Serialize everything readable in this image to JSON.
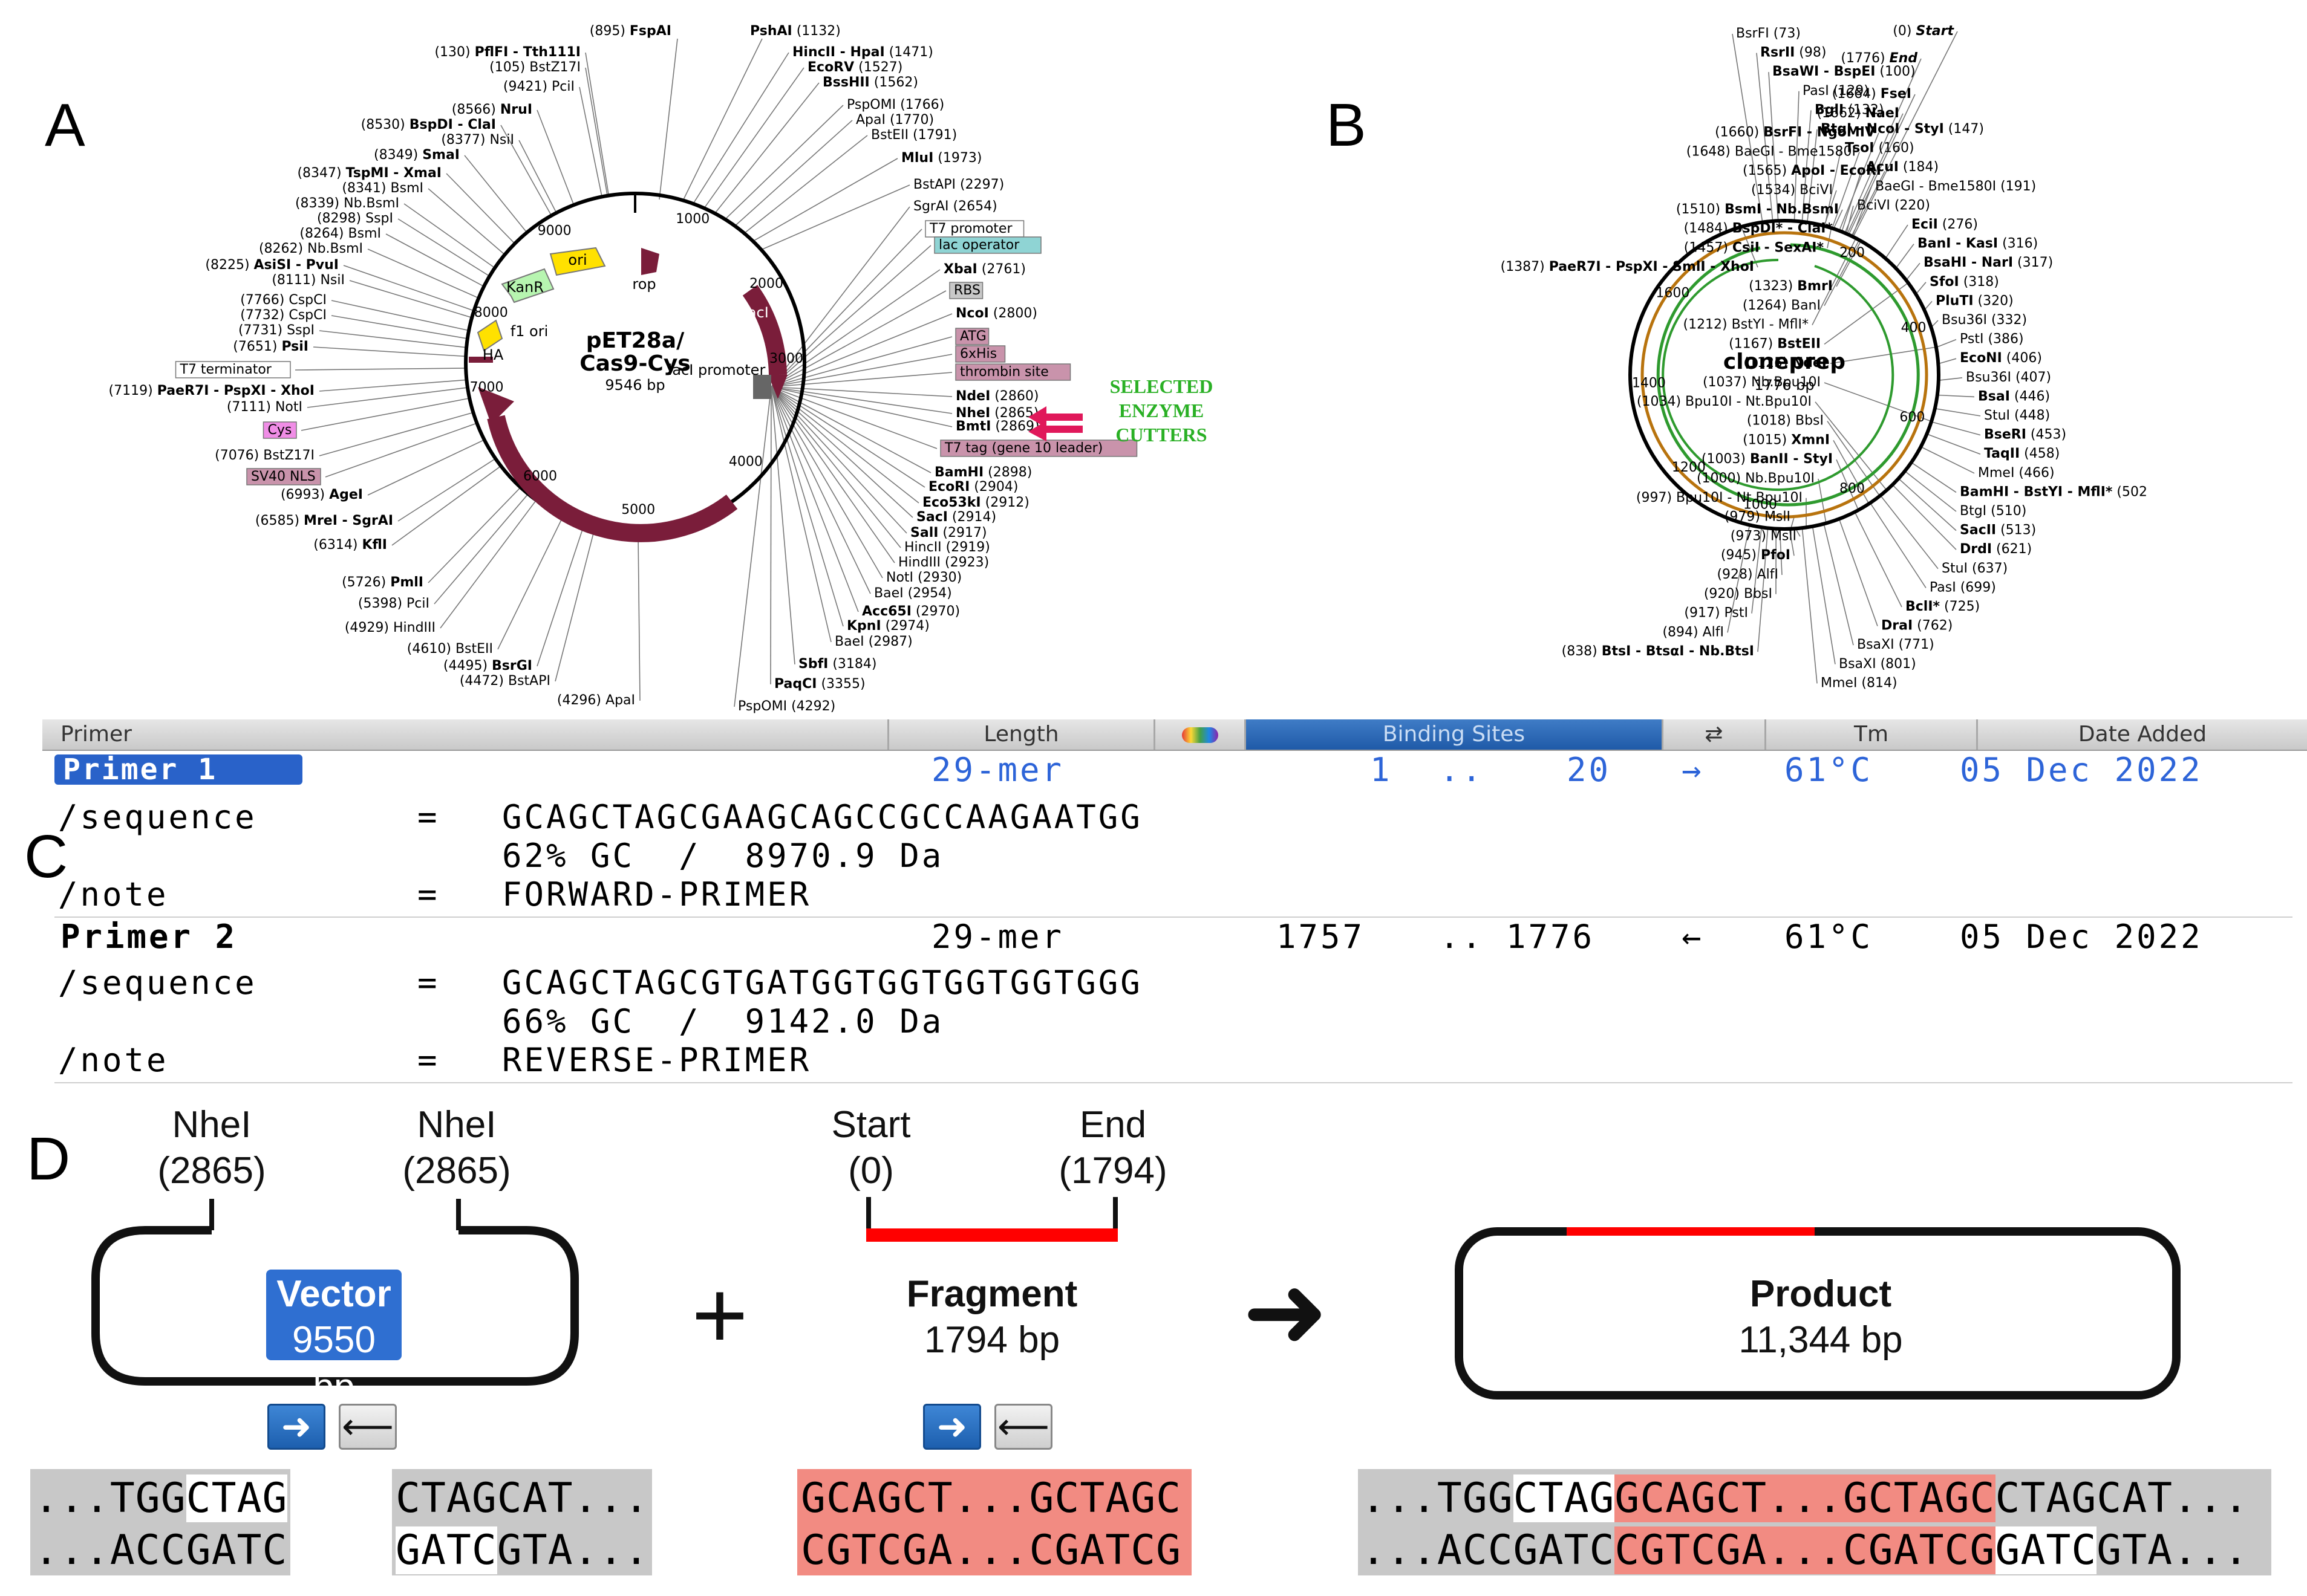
{
  "panels": {
    "a": "A",
    "b": "B",
    "c": "C",
    "d": "D"
  },
  "plasmid_a": {
    "name": "pET28a/",
    "name2": "Cas9-Cys",
    "size": "9546 bp",
    "ticks": [
      "1000",
      "2000",
      "3000",
      "4000",
      "5000",
      "6000",
      "7000",
      "8000",
      "9000"
    ],
    "features": [
      "rop",
      "ori",
      "KanR",
      "f1 ori",
      "HA",
      "lacI",
      "lacI promoter",
      "Cas9"
    ],
    "left_labels": [
      {
        "pos": "(130)",
        "name": "PflFI - Tth111I",
        "bold": true
      },
      {
        "pos": "(105)",
        "name": "BstZ17I",
        "bold": false
      },
      {
        "pos": "(9421)",
        "name": "PciI",
        "bold": false
      },
      {
        "pos": "(8566)",
        "name": "NruI",
        "bold": true
      },
      {
        "pos": "(8530)",
        "name": "BspDI - ClaI",
        "bold": true
      },
      {
        "pos": "(8377)",
        "name": "NsiI",
        "bold": false
      },
      {
        "pos": "(8349)",
        "name": "SmaI",
        "bold": true
      },
      {
        "pos": "(8347)",
        "name": "TspMI - XmaI",
        "bold": true
      },
      {
        "pos": "(8341)",
        "name": "BsmI",
        "bold": false
      },
      {
        "pos": "(8339)",
        "name": "Nb.BsmI",
        "bold": false
      },
      {
        "pos": "(8298)",
        "name": "SspI",
        "bold": false
      },
      {
        "pos": "(8264)",
        "name": "BsmI",
        "bold": false
      },
      {
        "pos": "(8262)",
        "name": "Nb.BsmI",
        "bold": false
      },
      {
        "pos": "(8225)",
        "name": "AsiSI - PvuI",
        "bold": true
      },
      {
        "pos": "(8111)",
        "name": "NsiI",
        "bold": false
      },
      {
        "pos": "(7766)",
        "name": "CspCI",
        "bold": false
      },
      {
        "pos": "(7732)",
        "name": "CspCI",
        "bold": false
      },
      {
        "pos": "(7731)",
        "name": "SspI",
        "bold": false
      },
      {
        "pos": "(7651)",
        "name": "PsiI",
        "bold": true
      },
      {
        "pos": "",
        "name": "T7 terminator",
        "bold": false
      },
      {
        "pos": "(7119)",
        "name": "PaeR7I - PspXI - XhoI",
        "bold": true
      },
      {
        "pos": "(7111)",
        "name": "NotI",
        "bold": false
      },
      {
        "pos": "",
        "name": "Cys",
        "bold": false
      },
      {
        "pos": "(7076)",
        "name": "BstZ17I",
        "bold": false
      },
      {
        "pos": "",
        "name": "SV40 NLS",
        "bold": false
      },
      {
        "pos": "(6993)",
        "name": "AgeI",
        "bold": true
      },
      {
        "pos": "(6585)",
        "name": "MreI - SgrAI",
        "bold": true
      },
      {
        "pos": "(6314)",
        "name": "KflI",
        "bold": true
      },
      {
        "pos": "(5726)",
        "name": "PmlI",
        "bold": true
      },
      {
        "pos": "(5398)",
        "name": "PciI",
        "bold": false
      },
      {
        "pos": "(4929)",
        "name": "HindIII",
        "bold": false
      },
      {
        "pos": "(4610)",
        "name": "BstEII",
        "bold": false
      },
      {
        "pos": "(4495)",
        "name": "BsrGI",
        "bold": true
      },
      {
        "pos": "(4472)",
        "name": "BstAPI",
        "bold": false
      },
      {
        "pos": "(4296)",
        "name": "ApaI",
        "bold": false
      }
    ],
    "top_labels": [
      {
        "pos": "(895)",
        "name": "FspAI",
        "bold": true
      },
      {
        "pos": "(1132)",
        "name": "PshAI",
        "bold": true
      }
    ],
    "right_labels": [
      {
        "pos": "(1471)",
        "name": "HincII - HpaI",
        "bold": true
      },
      {
        "pos": "(1527)",
        "name": "EcoRV",
        "bold": true
      },
      {
        "pos": "(1562)",
        "name": "BssHII",
        "bold": true
      },
      {
        "pos": "(1766)",
        "name": "PspOMI",
        "bold": false
      },
      {
        "pos": "(1770)",
        "name": "ApaI",
        "bold": false
      },
      {
        "pos": "(1791)",
        "name": "BstEII",
        "bold": false
      },
      {
        "pos": "(1973)",
        "name": "MluI",
        "bold": true
      },
      {
        "pos": "(2297)",
        "name": "BstAPI",
        "bold": false
      },
      {
        "pos": "(2654)",
        "name": "SgrAI",
        "bold": false
      },
      {
        "pos": "",
        "name": "T7 promoter",
        "bold": false
      },
      {
        "pos": "",
        "name": "lac operator",
        "bold": false
      },
      {
        "pos": "(2761)",
        "name": "XbaI",
        "bold": true
      },
      {
        "pos": "",
        "name": "RBS",
        "bold": false
      },
      {
        "pos": "(2800)",
        "name": "NcoI",
        "bold": true
      },
      {
        "pos": "",
        "name": "ATG",
        "bold": false
      },
      {
        "pos": "",
        "name": "6xHis",
        "bold": false
      },
      {
        "pos": "",
        "name": "thrombin site",
        "bold": false
      },
      {
        "pos": "(2860)",
        "name": "NdeI",
        "bold": true
      },
      {
        "pos": "(2865)",
        "name": "NheI",
        "bold": true
      },
      {
        "pos": "(2869)",
        "name": "BmtI",
        "bold": true
      },
      {
        "pos": "",
        "name": "T7 tag (gene 10 leader)",
        "bold": false
      },
      {
        "pos": "(2898)",
        "name": "BamHI",
        "bold": true
      },
      {
        "pos": "(2904)",
        "name": "EcoRI",
        "bold": true
      },
      {
        "pos": "(2912)",
        "name": "Eco53kI",
        "bold": true
      },
      {
        "pos": "(2914)",
        "name": "SacI",
        "bold": true
      },
      {
        "pos": "(2917)",
        "name": "SalI",
        "bold": true
      },
      {
        "pos": "(2919)",
        "name": "HincII",
        "bold": false
      },
      {
        "pos": "(2923)",
        "name": "HindIII",
        "bold": false
      },
      {
        "pos": "(2930)",
        "name": "NotI",
        "bold": false
      },
      {
        "pos": "(2954)",
        "name": "BaeI",
        "bold": false
      },
      {
        "pos": "(2970)",
        "name": "Acc65I",
        "bold": true
      },
      {
        "pos": "(2974)",
        "name": "KpnI",
        "bold": true
      },
      {
        "pos": "(2987)",
        "name": "BaeI",
        "bold": false
      },
      {
        "pos": "(3184)",
        "name": "SbfI",
        "bold": true
      },
      {
        "pos": "(3355)",
        "name": "PaqCI",
        "bold": true
      },
      {
        "pos": "(4292)",
        "name": "PspOMI",
        "bold": false
      }
    ],
    "selected_note": [
      "SELECTED",
      "ENZYME",
      "CUTTERS"
    ]
  },
  "plasmid_b": {
    "name": "cloneprep",
    "size": "1776 bp",
    "ticks": [
      "200",
      "400",
      "600",
      "800",
      "1000",
      "1200",
      "1400",
      "1600"
    ],
    "left_labels": [
      {
        "pos": "(0)",
        "name": "Start",
        "bold": true
      },
      {
        "pos": "(1776)",
        "name": "End",
        "bold": true
      },
      {
        "pos": "(1664)",
        "name": "FseI",
        "bold": true
      },
      {
        "pos": "(1662)",
        "name": "NaeI",
        "bold": true
      },
      {
        "pos": "(1660)",
        "name": "BsrFI - NgoMIV",
        "bold": true
      },
      {
        "pos": "(1648)",
        "name": "BaeGI - Bme1580I",
        "bold": false
      },
      {
        "pos": "(1565)",
        "name": "ApoI - EcoRI",
        "bold": true
      },
      {
        "pos": "(1534)",
        "name": "BciVI",
        "bold": false
      },
      {
        "pos": "(1510)",
        "name": "BsmI - Nb.BsmI",
        "bold": true
      },
      {
        "pos": "(1484)",
        "name": "BspDI* - ClaI*",
        "bold": true
      },
      {
        "pos": "(1457)",
        "name": "CsiI - SexAI*",
        "bold": true
      },
      {
        "pos": "(1387)",
        "name": "PaeR7I - PspXI - SmlI - XhoI",
        "bold": true
      },
      {
        "pos": "(1323)",
        "name": "BmrI",
        "bold": true
      },
      {
        "pos": "(1264)",
        "name": "BanI",
        "bold": false
      },
      {
        "pos": "(1212)",
        "name": "BstYI - MflI*",
        "bold": false
      },
      {
        "pos": "(1167)",
        "name": "BstEII",
        "bold": true
      },
      {
        "pos": "(1125)",
        "name": "NdeI",
        "bold": true
      },
      {
        "pos": "(1037)",
        "name": "Nb.Bpu10I",
        "bold": false
      },
      {
        "pos": "(1034)",
        "name": "Bpu10I - Nt.Bpu10I",
        "bold": false
      },
      {
        "pos": "(1018)",
        "name": "BbsI",
        "bold": false
      },
      {
        "pos": "(1015)",
        "name": "XmnI",
        "bold": true
      },
      {
        "pos": "(1003)",
        "name": "BanII - StyI",
        "bold": true
      },
      {
        "pos": "(1000)",
        "name": "Nb.Bpu10I",
        "bold": false
      },
      {
        "pos": "(997)",
        "name": "Bpu10I - Nt.Bpu10I",
        "bold": false
      },
      {
        "pos": "(979)",
        "name": "MslI",
        "bold": false
      },
      {
        "pos": "(973)",
        "name": "MslI",
        "bold": false
      },
      {
        "pos": "(945)",
        "name": "PfoI",
        "bold": true
      },
      {
        "pos": "(928)",
        "name": "AlfI",
        "bold": false
      },
      {
        "pos": "(920)",
        "name": "BbsI",
        "bold": false
      },
      {
        "pos": "(917)",
        "name": "PstI",
        "bold": false
      },
      {
        "pos": "(894)",
        "name": "AlfI",
        "bold": false
      },
      {
        "pos": "(838)",
        "name": "BtsI - BtsαI - Nb.BtsI",
        "bold": true
      }
    ],
    "right_labels": [
      {
        "pos": "(73)",
        "name": "BsrFI",
        "bold": false
      },
      {
        "pos": "(98)",
        "name": "RsrII",
        "bold": true
      },
      {
        "pos": "(100)",
        "name": "BsaWI - BspEI",
        "bold": true
      },
      {
        "pos": "(129)",
        "name": "PasI",
        "bold": false
      },
      {
        "pos": "(132)",
        "name": "BglI",
        "bold": true
      },
      {
        "pos": "(147)",
        "name": "BtgI - NcoI - StyI",
        "bold": true
      },
      {
        "pos": "(160)",
        "name": "TsoI",
        "bold": true
      },
      {
        "pos": "(184)",
        "name": "AcuI",
        "bold": true
      },
      {
        "pos": "(191)",
        "name": "BaeGI - Bme1580I",
        "bold": false
      },
      {
        "pos": "(220)",
        "name": "BciVI",
        "bold": false
      },
      {
        "pos": "(276)",
        "name": "EciI",
        "bold": true
      },
      {
        "pos": "(316)",
        "name": "BanI - KasI",
        "bold": true
      },
      {
        "pos": "(317)",
        "name": "BsaHI - NarI",
        "bold": true
      },
      {
        "pos": "(318)",
        "name": "SfoI",
        "bold": true
      },
      {
        "pos": "(320)",
        "name": "PluTI",
        "bold": true
      },
      {
        "pos": "(332)",
        "name": "Bsu36I",
        "bold": false
      },
      {
        "pos": "(386)",
        "name": "PstI",
        "bold": false
      },
      {
        "pos": "(406)",
        "name": "EcoNI",
        "bold": true
      },
      {
        "pos": "(407)",
        "name": "Bsu36I",
        "bold": false
      },
      {
        "pos": "(446)",
        "name": "BsaI",
        "bold": true
      },
      {
        "pos": "(448)",
        "name": "StuI",
        "bold": false
      },
      {
        "pos": "(453)",
        "name": "BseRI",
        "bold": true
      },
      {
        "pos": "(458)",
        "name": "TaqII",
        "bold": true
      },
      {
        "pos": "(466)",
        "name": "MmeI",
        "bold": false
      },
      {
        "pos": "(502",
        "name": "BamHI - BstYI - MflI*",
        "bold": true
      },
      {
        "pos": "(510)",
        "name": "BtgI",
        "bold": false
      },
      {
        "pos": "(513)",
        "name": "SacII",
        "bold": true
      },
      {
        "pos": "(621)",
        "name": "DrdI",
        "bold": true
      },
      {
        "pos": "(637)",
        "name": "StuI",
        "bold": false
      },
      {
        "pos": "(699)",
        "name": "PasI",
        "bold": false
      },
      {
        "pos": "(725)",
        "name": "BclI*",
        "bold": true
      },
      {
        "pos": "(762)",
        "name": "DraI",
        "bold": true
      },
      {
        "pos": "(771)",
        "name": "BsaXI",
        "bold": false
      },
      {
        "pos": "(801)",
        "name": "BsaXI",
        "bold": false
      },
      {
        "pos": "(814)",
        "name": "MmeI",
        "bold": false
      }
    ]
  },
  "primer_table": {
    "headers": [
      "Primer",
      "Length",
      "",
      "Binding Sites",
      "⇄",
      "Tm",
      "Date Added"
    ],
    "rows": [
      {
        "name": "Primer 1",
        "length": "29-mer",
        "start": "1",
        "dots": "..",
        "end": "20",
        "dir": "→",
        "tm": "61°C",
        "date": "05 Dec 2022",
        "sequence": "GCAGCTAGCGAAGCAGCCGCCAAGAATGG",
        "gc": "62% GC  /  8970.9 Da",
        "note": "FORWARD-PRIMER"
      },
      {
        "name": "Primer 2",
        "length": "29-mer",
        "start": "1757",
        "dots": "..",
        "end": "1776",
        "dir": "←",
        "tm": "61°C",
        "date": "05 Dec 2022",
        "sequence": "GCAGCTAGCGTGATGGTGGTGGTGGTGGG",
        "gc": "66% GC  /  9142.0 Da",
        "note": "REVERSE-PRIMER"
      }
    ],
    "seq_key": "/sequence",
    "note_key": "/note",
    "eq": "="
  },
  "cloning": {
    "nhe1_left": {
      "name": "NheI",
      "pos": "(2865)"
    },
    "nhe1_right": {
      "name": "NheI",
      "pos": "(2865)"
    },
    "start": {
      "name": "Start",
      "pos": "(0)"
    },
    "end": {
      "name": "End",
      "pos": "(1794)"
    },
    "vector": {
      "title": "Vector",
      "size": "9550 bp"
    },
    "fragment": {
      "title": "Fragment",
      "size": "1794 bp"
    },
    "product": {
      "title": "Product",
      "size": "11,344 bp"
    },
    "plus": "+",
    "arrow": "➜",
    "vector_seq_left": {
      "top_a": "...TGG",
      "top_b": "CTAG",
      "bot_a": "...ACCGATC",
      "bot_b": ""
    },
    "vector_seq_right": {
      "top_a": "CTAGCAT...",
      "bot_a": "GATC",
      "bot_b": "GTA..."
    },
    "fragment_seq": {
      "top": "GCAGCT...GCTAGC",
      "bot": "CGTCGA...CGATCG"
    },
    "product_seq": {
      "top_a": "...TGG",
      "top_b": "CTAG",
      "top_c": "GCAGCT...GCTAGC",
      "top_d": "CTAGCAT...",
      "bot_a": "...ACCGATC",
      "bot_c": "CGTCGA...CGATCG",
      "bot_d": "GATC",
      "bot_e": "GTA..."
    },
    "colors": {
      "highlight": "#f28b82",
      "insert": "#ff0000",
      "vector_badge": "#2f6fd1"
    }
  }
}
